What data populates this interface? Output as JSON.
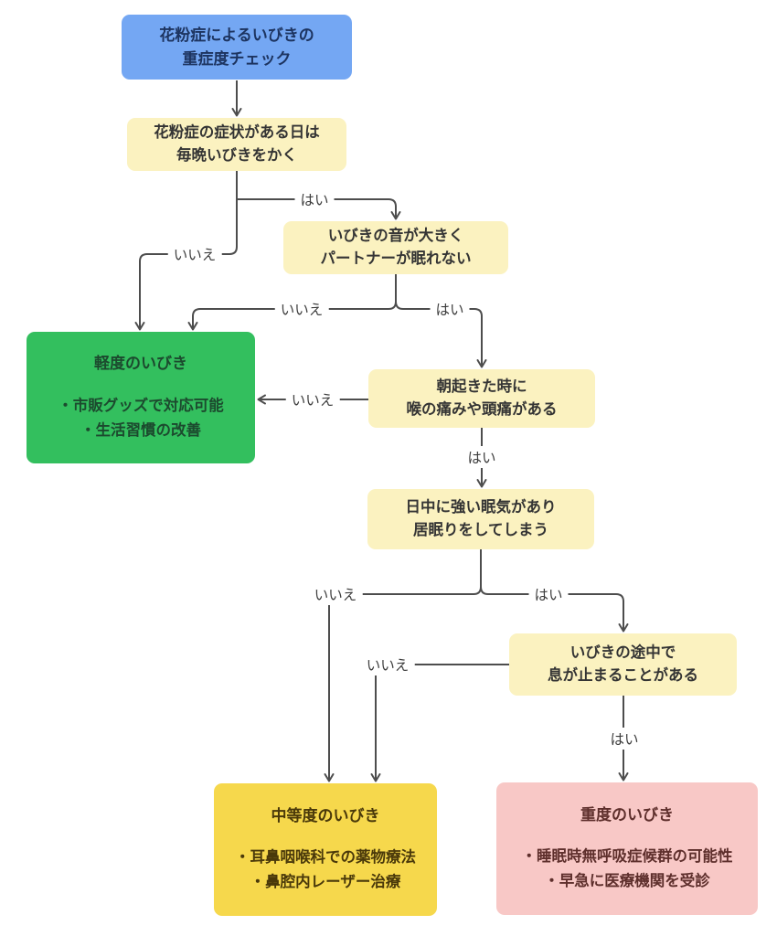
{
  "diagram": {
    "nodes": {
      "start": {
        "line1": "花粉症によるいびきの",
        "line2": "重症度チェック"
      },
      "q1": {
        "line1": "花粉症の症状がある日は",
        "line2": "毎晩いびきをかく"
      },
      "q2": {
        "line1": "いびきの音が大きく",
        "line2": "パートナーが眠れない"
      },
      "q3": {
        "line1": "朝起きた時に",
        "line2": "喉の痛みや頭痛がある"
      },
      "q4": {
        "line1": "日中に強い眠気があり",
        "line2": "居眠りをしてしまう"
      },
      "q5": {
        "line1": "いびきの途中で",
        "line2": "息が止まることがある"
      },
      "mild": {
        "title": "軽度のいびき",
        "bullets": [
          "・市販グッズで対応可能",
          "・生活習慣の改善"
        ]
      },
      "moderate": {
        "title": "中等度のいびき",
        "bullets": [
          "・耳鼻咽喉科での薬物療法",
          "・鼻腔内レーザー治療"
        ]
      },
      "severe": {
        "title": "重度のいびき",
        "bullets": [
          "・睡眠時無呼吸症候群の可能性",
          "・早急に医療機関を受診"
        ]
      }
    },
    "labels": {
      "yes1": "はい",
      "no1": "いいえ",
      "yes2": "はい",
      "no2": "いいえ",
      "yes3": "はい",
      "no3": "いいえ",
      "yes4": "はい",
      "no4": "いいえ",
      "yes5": "はい",
      "no5": "いいえ"
    },
    "colors": {
      "start_fill": "#74a7f3",
      "question_fill": "#fbf2c0",
      "mild_fill": "#33bf5e",
      "moderate_fill": "#f6d84c",
      "severe_fill": "#f8c8c6",
      "line": "#4d4d4d"
    }
  }
}
